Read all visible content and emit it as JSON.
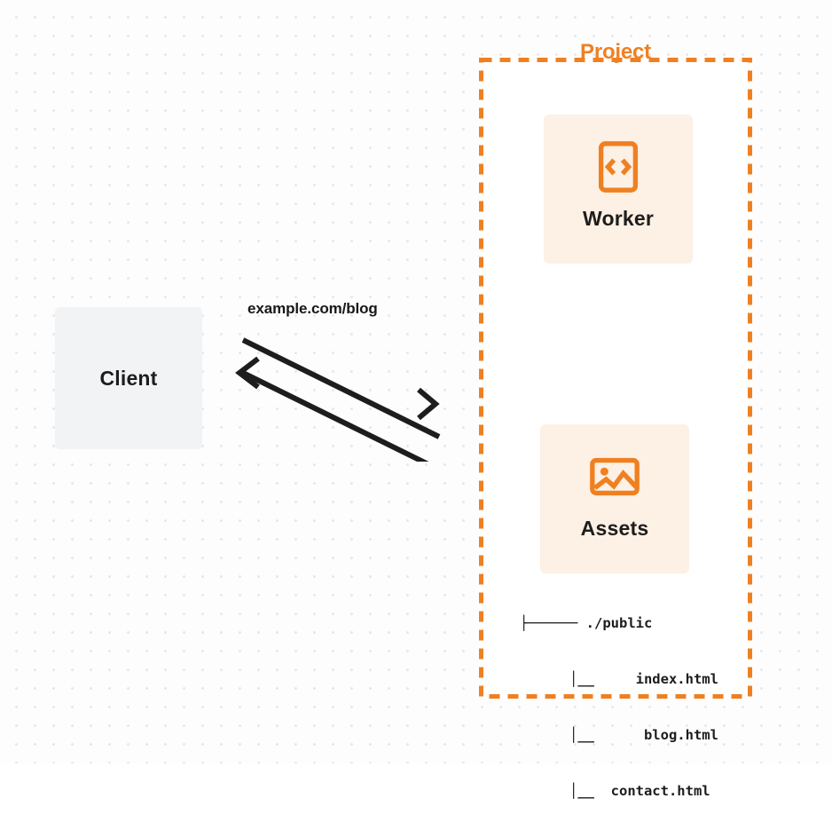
{
  "diagram": {
    "client": {
      "label": "Client",
      "icon": "client-box-icon"
    },
    "connection": {
      "label": "example.com/blog",
      "outgoing_arrow": "arrow-right-icon",
      "incoming_arrow": "arrow-left-icon"
    },
    "project": {
      "title": "Project",
      "border_color": "#ef8022",
      "nodes": [
        {
          "id": "worker",
          "label": "Worker",
          "icon": "code-brackets-icon",
          "background": "#fdf0e4",
          "accent": "#ef8022"
        },
        {
          "id": "assets",
          "label": "Assets",
          "icon": "image-picture-icon",
          "background": "#fdf0e4",
          "accent": "#ef8022"
        }
      ],
      "file_tree": [
        "├────── ./public",
        "      │__     index.html",
        "      │__      blog.html",
        "      │__  contact.html"
      ]
    }
  }
}
